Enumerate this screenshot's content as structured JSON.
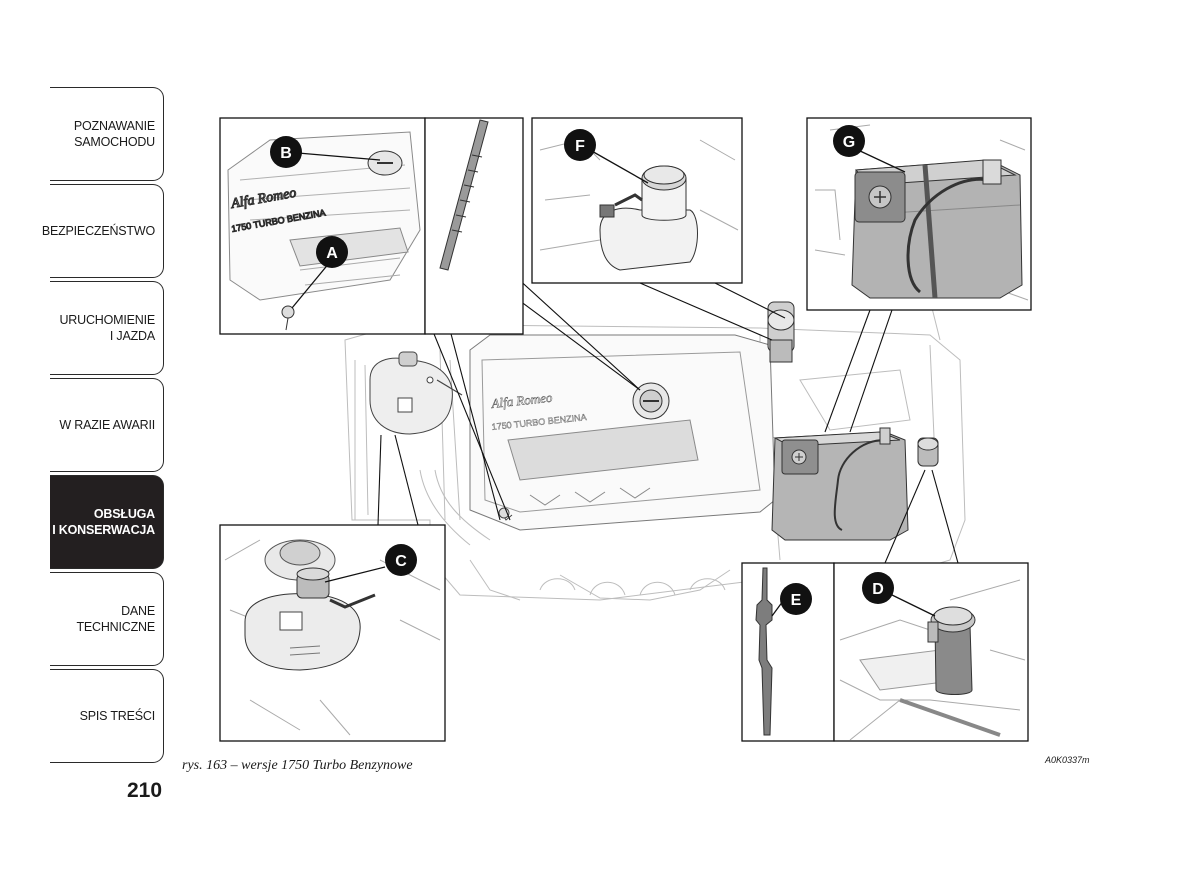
{
  "sidebar": {
    "tabs": [
      {
        "label": "POZNAWANIE\nSAMOCHODU",
        "active": false
      },
      {
        "label": "BEZPIECZEŃSTWO",
        "active": false
      },
      {
        "label": "URUCHOMIENIE\nI JAZDA",
        "active": false
      },
      {
        "label": "W RAZIE AWARII",
        "active": false
      },
      {
        "label": "OBSŁUGA\nI KONSERWACJA",
        "active": true
      },
      {
        "label": "DANE\nTECHNICZNE",
        "active": false
      },
      {
        "label": "SPIS TREŚCI",
        "active": false
      }
    ]
  },
  "page": {
    "number": "210",
    "caption": "rys. 163 – wersje 1750 Turbo Benzynowe",
    "figure_code": "A0K0337m"
  },
  "figure": {
    "callouts": [
      "A",
      "B",
      "C",
      "D",
      "E",
      "F",
      "G"
    ],
    "engine_text": {
      "script": "Alfa Romeo",
      "label": "1750 TURBO BENZINA"
    },
    "colors": {
      "line": "#2b2b2b",
      "fill_light": "#f4f4f4",
      "fill_mid": "#cfcfcf",
      "fill_dark": "#8a8a8a",
      "callout": "#111111",
      "active_tab": "#231f20"
    }
  }
}
